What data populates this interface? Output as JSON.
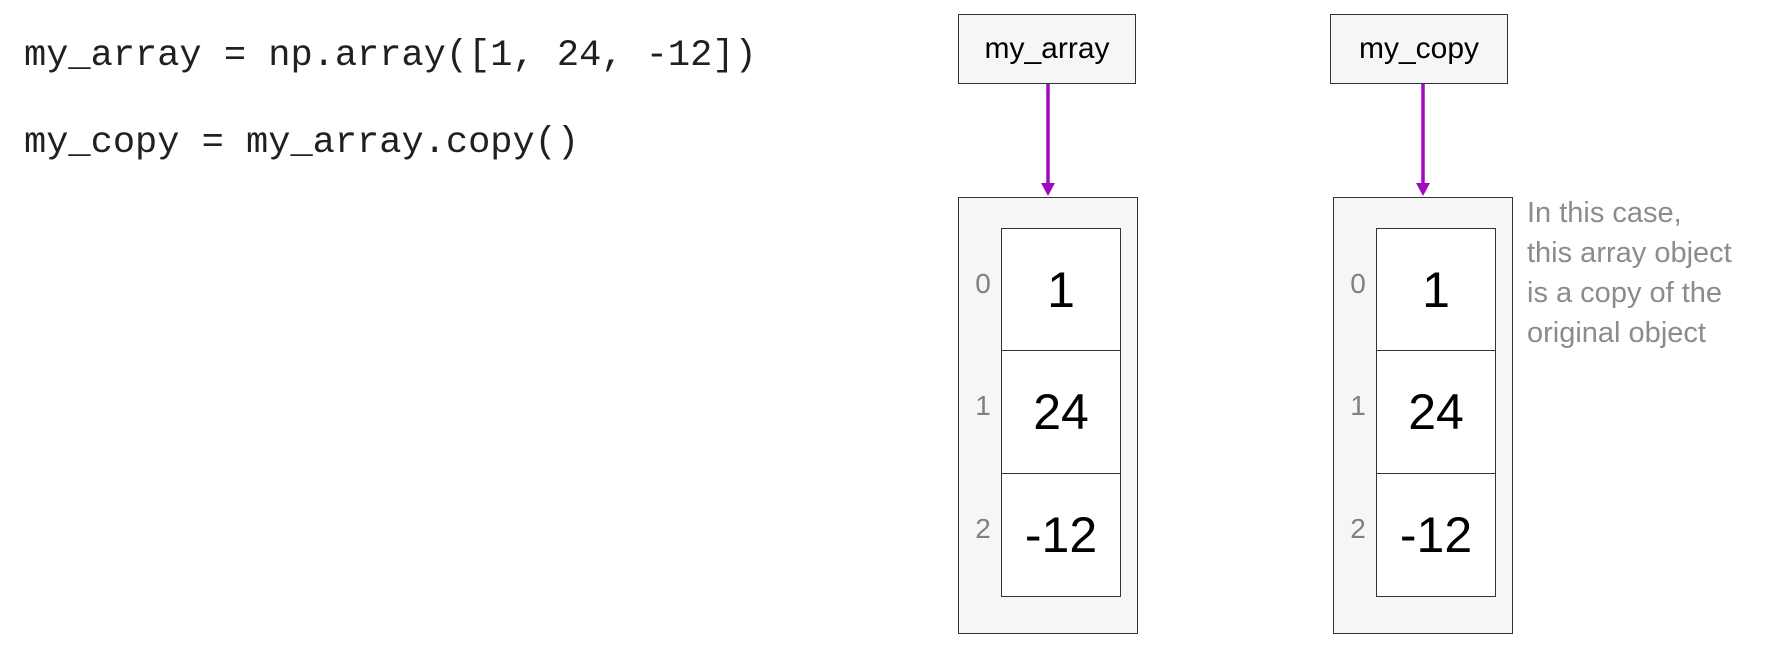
{
  "code": {
    "line1": "my_array = np.array([1, 24, -12])",
    "line2": "my_copy = my_array.copy()"
  },
  "variables": [
    {
      "name": "my_array",
      "object": {
        "indices": [
          "0",
          "1",
          "2"
        ],
        "values": [
          "1",
          "24",
          "-12"
        ]
      }
    },
    {
      "name": "my_copy",
      "object": {
        "indices": [
          "0",
          "1",
          "2"
        ],
        "values": [
          "1",
          "24",
          "-12"
        ]
      }
    }
  ],
  "note": {
    "lines": [
      "In this case,",
      "this array object",
      "is a copy of the",
      "original object"
    ]
  },
  "colors": {
    "arrow": "#a10bbd",
    "note_text": "#8c8c8c",
    "index_text": "#808080",
    "frame_fill": "#f5f6f7"
  }
}
